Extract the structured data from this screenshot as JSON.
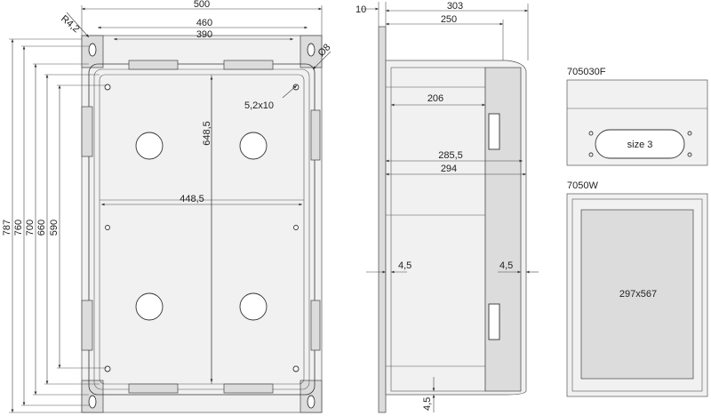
{
  "front_view": {
    "dims": {
      "overall_width": "500",
      "width_460": "460",
      "width_390": "390",
      "radius": "R4,2",
      "hole_dia": "Ø8",
      "slot": "5,2x10",
      "inner_height": "648,5",
      "inner_width": "448,5",
      "h787": "787",
      "h760": "760",
      "h700": "700",
      "h660": "660",
      "h590": "590"
    }
  },
  "side_view": {
    "dims": {
      "wall": "10",
      "depth_303": "303",
      "depth_250": "250",
      "d206": "206",
      "d285": "285,5",
      "d294": "294",
      "gap_left": "4,5",
      "gap_right": "4,5",
      "gap_bottom": "4,5"
    }
  },
  "accessory_flange": {
    "code": "705030F",
    "label": "size 3"
  },
  "accessory_window": {
    "code": "7050W",
    "label": "297x567"
  }
}
